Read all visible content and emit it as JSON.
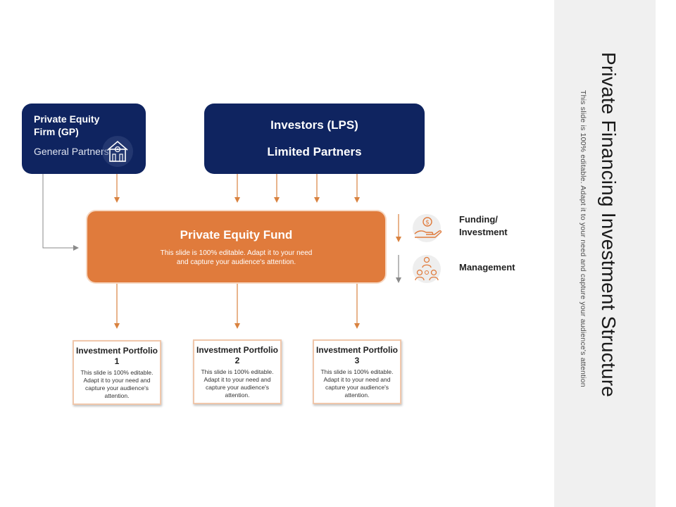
{
  "side": {
    "title": "Private Financing Investment Structure",
    "subtitle": "This slide is 100% editable. Adapt it to your need and capture your audience's attention"
  },
  "gp": {
    "title": "Private Equity Firm (GP)",
    "subtitle": "General Partners",
    "icon": "house-gear-icon"
  },
  "lp": {
    "line1": "Investors (LPS)",
    "line2": "Limited Partners"
  },
  "fund": {
    "title": "Private Equity Fund",
    "description": "This slide is 100% editable.  Adapt it to your need and capture your audience's attention."
  },
  "portfolios": [
    {
      "title": "Investment Portfolio 1",
      "description": "This slide is 100% editable. Adapt it to your need and capture your audience's attention."
    },
    {
      "title": "Investment Portfolio 2",
      "description": "This slide is 100% editable. Adapt it to your need and capture your audience's attention."
    },
    {
      "title": "Investment Portfolio 3",
      "description": "This slide is 100% editable. Adapt it to your need and capture your audience's attention."
    }
  ],
  "legend": {
    "funding": {
      "label": "Funding/ Investment",
      "icon": "hand-money-icon",
      "color": "#e07b3c"
    },
    "management": {
      "label": "Management",
      "icon": "team-icon",
      "color": "#8a8a8a"
    }
  },
  "colors": {
    "navy": "#0f2460",
    "orange": "#e07b3c",
    "panel": "#f0f0f0"
  }
}
